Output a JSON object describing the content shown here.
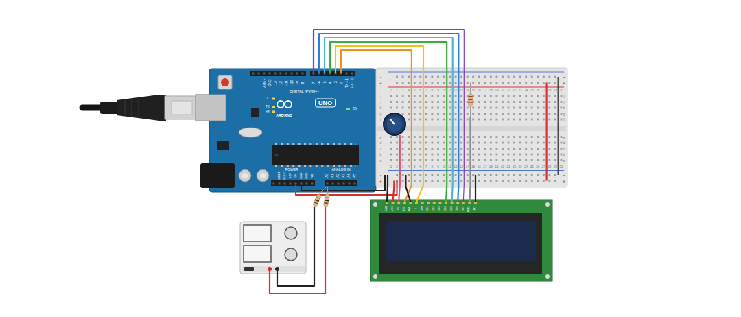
{
  "diagram": {
    "labels": [
      "AREF",
      "GND",
      "13",
      "12",
      "~11",
      "~10",
      "~9",
      "8",
      "7",
      "~6",
      "~5",
      "4",
      "~3",
      "2",
      "TX→1",
      "RX←0",
      "DIGITAL (PWM~)",
      "L",
      "TX",
      "RX",
      "ARDUINO",
      "UNO",
      "ON",
      "POWER",
      "ANALOG IN",
      "IOREF",
      "RESET",
      "3.3V",
      "5V",
      "GND",
      "GND",
      "Vin",
      "A0",
      "A1",
      "A2",
      "A3",
      "A4",
      "A5",
      "1",
      "2",
      "3",
      "4",
      "5",
      "6",
      "7",
      "8",
      "9",
      "10",
      "11",
      "12",
      "13",
      "14",
      "15",
      "16",
      "17",
      "18",
      "19",
      "20",
      "21",
      "22",
      "23",
      "24",
      "25",
      "26",
      "27",
      "28",
      "29",
      "30",
      "1",
      "2",
      "3",
      "4",
      "5",
      "6",
      "7",
      "8",
      "9",
      "10",
      "11",
      "12",
      "13",
      "14",
      "15",
      "16",
      "17",
      "18",
      "19",
      "20",
      "21",
      "22",
      "23",
      "24",
      "25",
      "26",
      "27",
      "28",
      "29",
      "30",
      "j",
      "i",
      "h",
      "g",
      "f",
      "e",
      "d",
      "c",
      "b",
      "a",
      "j",
      "i",
      "h",
      "g",
      "f",
      "e",
      "d",
      "c",
      "b",
      "a",
      "-",
      "+",
      "-",
      "+",
      "-",
      "+",
      "-",
      "+",
      "GND",
      "VCC",
      "V0",
      "RS",
      "RW",
      "E",
      "DB0",
      "DB1",
      "DB2",
      "DB3",
      "DB4",
      "DB5",
      "DB6",
      "DB7",
      "LED+",
      "LED-"
    ]
  }
}
